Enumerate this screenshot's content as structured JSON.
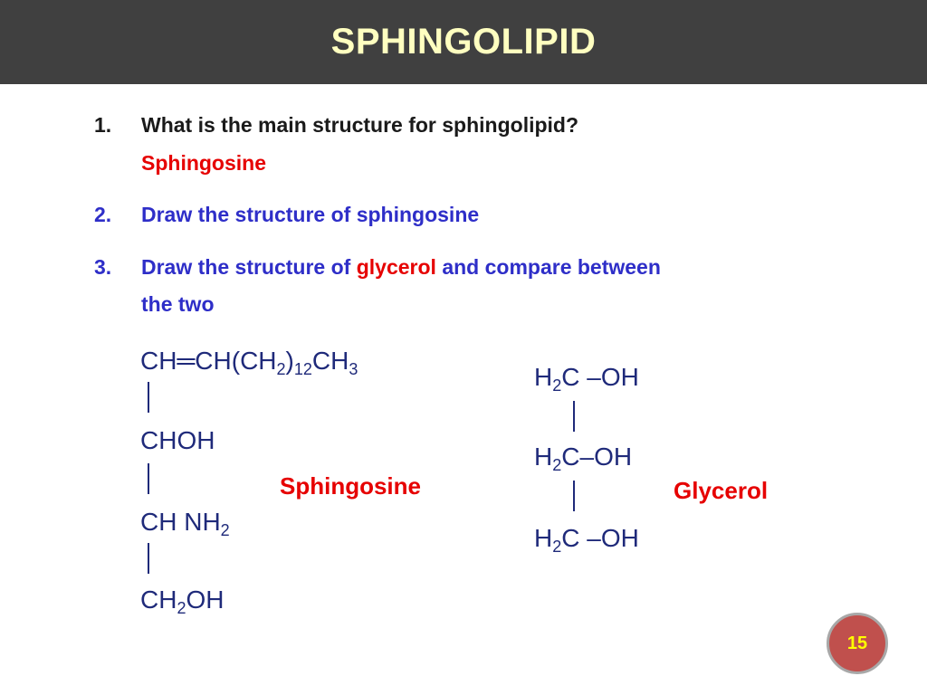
{
  "title": "SPHINGOLIPID",
  "questions": [
    {
      "number": "1.",
      "line1": "What  is the main structure for sphingolipid?",
      "answer": "Sphingosine"
    },
    {
      "number": "2.",
      "text": "Draw the structure of sphingosine"
    },
    {
      "number": "3.",
      "text_before": "Draw the structure of ",
      "highlight": "glycerol",
      "text_after": " and compare  between",
      "line2": "the two"
    }
  ],
  "sphingosine": {
    "row1": {
      "a": "CH",
      "bond": "═",
      "b": "CH(CH",
      "sub1": "2",
      "c": ")",
      "sub2": "12",
      "d": "CH",
      "sub3": "3"
    },
    "row2": {
      "a": "CHOH"
    },
    "row3": {
      "a": "CH NH",
      "sub1": "2"
    },
    "row4": {
      "a": "CH",
      "sub1": "2",
      "b": "OH"
    },
    "label": "Sphingosine"
  },
  "glycerol": {
    "rows": [
      {
        "a": "H",
        "sub1": "2",
        "b": "C ",
        "bond": "–",
        "c": "OH"
      },
      {
        "a": "H",
        "sub1": "2",
        "b": "C",
        "bond": "–",
        "c": "OH"
      },
      {
        "a": "H",
        "sub1": "2",
        "b": "C ",
        "bond": "–",
        "c": "OH"
      }
    ],
    "label": "Glycerol"
  },
  "page_number": "15",
  "colors": {
    "title_bg": "#404040",
    "title_text": "#FFFFC0",
    "question_dark": "#1a1a1a",
    "question_blue": "#2E2EC8",
    "accent_red": "#E60000",
    "formula": "#1F2A7A",
    "page_badge": "#C0504D"
  }
}
